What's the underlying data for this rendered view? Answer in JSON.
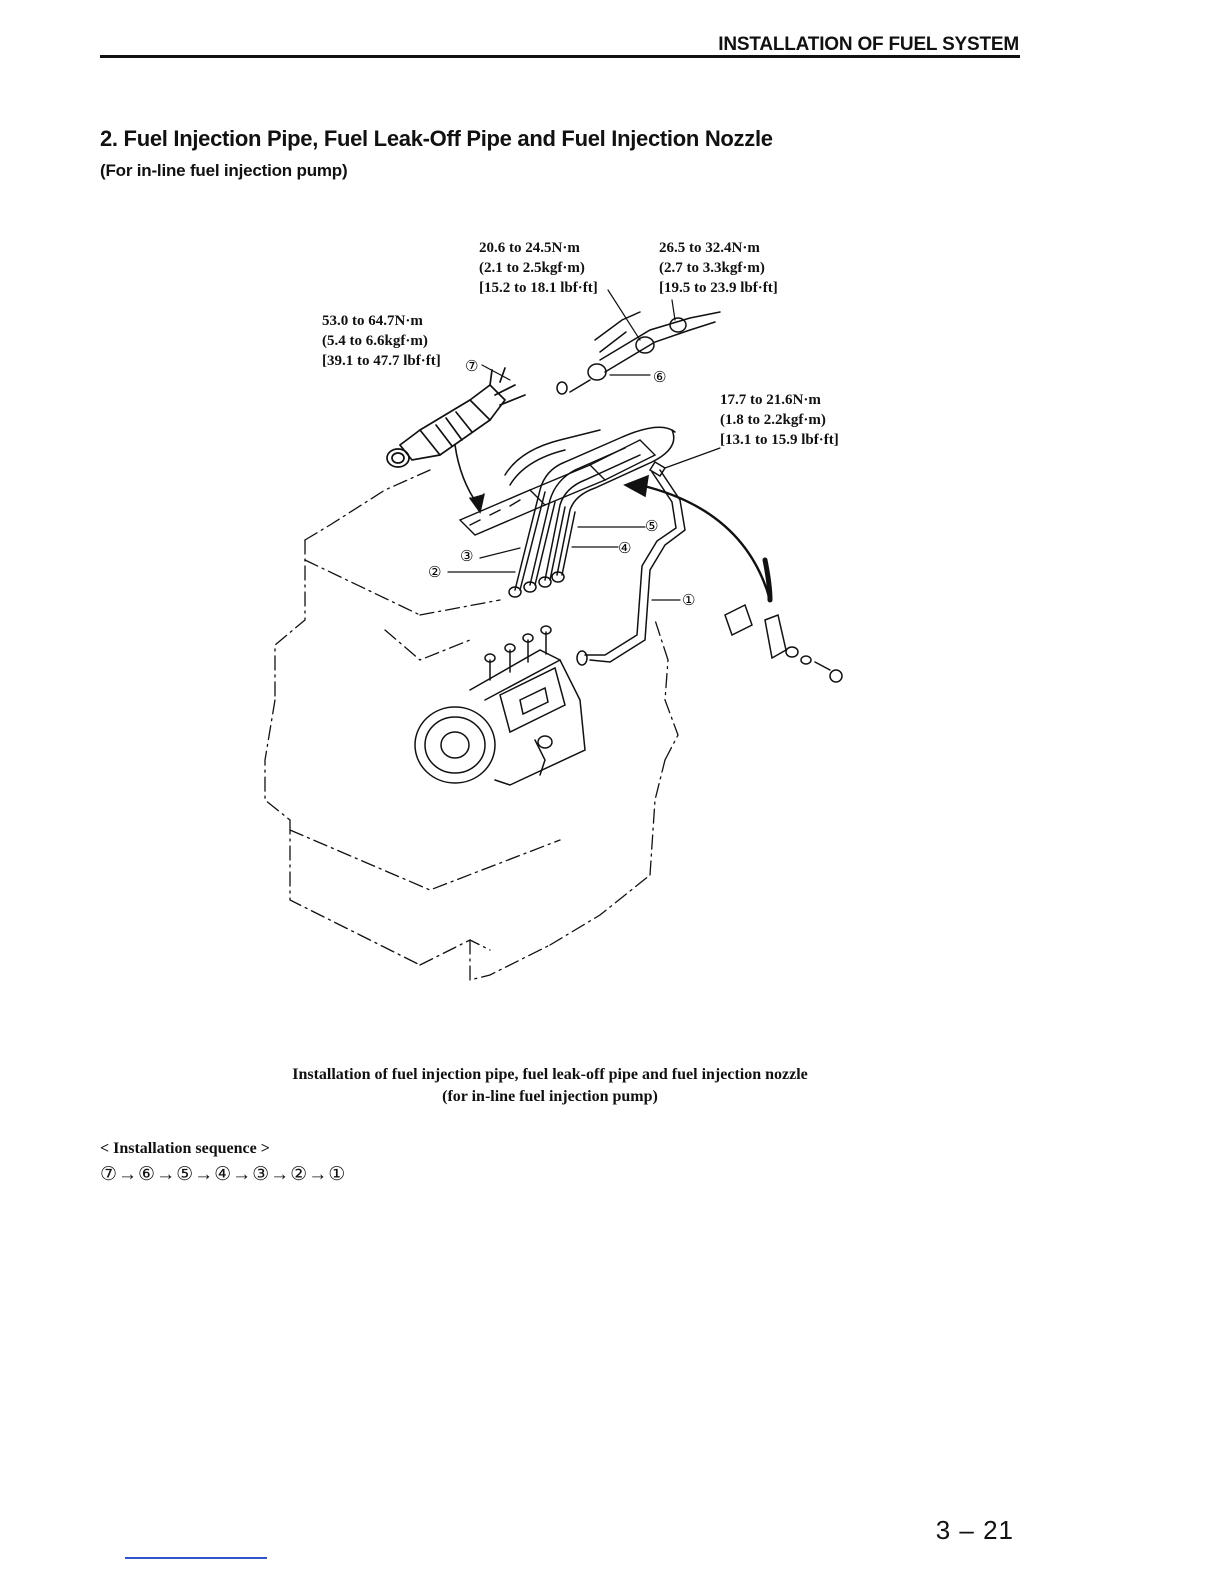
{
  "header": {
    "title": "INSTALLATION OF FUEL SYSTEM"
  },
  "section": {
    "title": "2.  Fuel Injection Pipe, Fuel Leak-Off Pipe and Fuel Injection Nozzle",
    "subtitle": "(For in-line fuel injection pump)"
  },
  "torques": {
    "nozzle": [
      "53.0 to 64.7N·m",
      "(5.4 to 6.6kgf·m)",
      "[39.1 to 47.7 lbf·ft]"
    ],
    "pipe_nut": [
      "20.6 to 24.5N·m",
      "(2.1 to 2.5kgf·m)",
      "[15.2 to 18.1 lbf·ft]"
    ],
    "leakoff_bolt": [
      "26.5 to 32.4N·m",
      "(2.7 to 3.3kgf·m)",
      "[19.5 to 23.9 lbf·ft]"
    ],
    "clamp": [
      "17.7 to 21.6N·m",
      "(1.8 to 2.2kgf·m)",
      "[13.1 to 15.9 lbf·ft]"
    ]
  },
  "callouts": {
    "c1": "①",
    "c2": "②",
    "c3": "③",
    "c4": "④",
    "c5": "⑤",
    "c6": "⑥",
    "c7": "⑦"
  },
  "caption": {
    "line1": "Installation of fuel injection pipe, fuel leak-off pipe and fuel injection nozzle",
    "line2": "(for in-line fuel injection pump)"
  },
  "sequence": {
    "label": "< Installation sequence >",
    "steps": "⑦→⑥→⑤→④→③→②→①"
  },
  "page_number": "3 – 21"
}
